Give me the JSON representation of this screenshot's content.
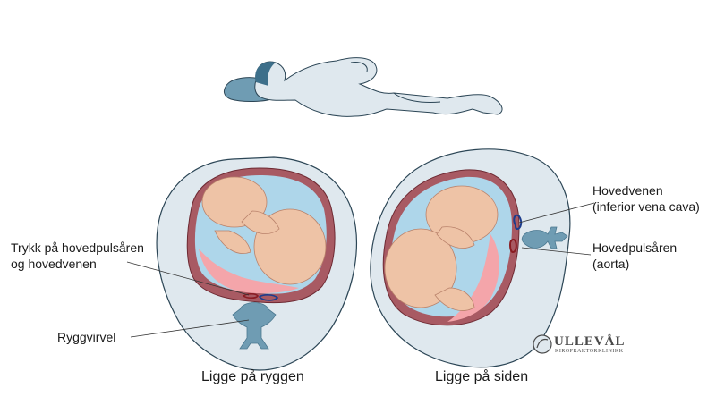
{
  "labels": {
    "pressure_line1": "Trykk på hovedpulsåren",
    "pressure_line2": "og hovedvenen",
    "vertebra": "Ryggvirvel",
    "vein_line1": "Hovedvenen",
    "vein_line2": "(inferior vena cava)",
    "artery_line1": "Hovedpulsåren",
    "artery_line2": "(aorta)"
  },
  "captions": {
    "back": "Ligge på ryggen",
    "side": "Ligge på siden"
  },
  "logo": {
    "name": "ULLEVÅL",
    "subtitle": "KIROPRAKTORKLINIKK"
  },
  "colors": {
    "body_fill": "#dfe8ee",
    "body_outline": "#2c4656",
    "uterus_wall": "#a85a63",
    "amniotic": "#aed6ea",
    "placenta": "#f4a5aa",
    "fetus": "#eec3a6",
    "vertebra": "#6f9cb3",
    "vein": "#1c3c8c",
    "artery": "#8a1c22"
  }
}
